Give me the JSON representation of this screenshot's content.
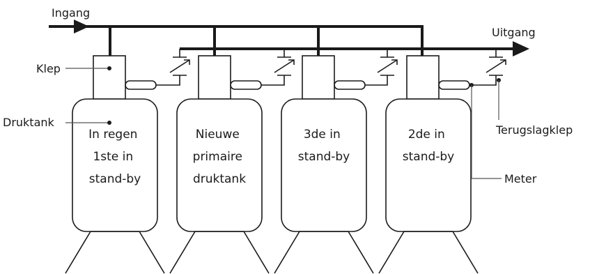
{
  "labels": {
    "inlet": "Ingang",
    "outlet": "Uitgang",
    "valve": "Klep",
    "pressure_tank": "Druktank",
    "check_valve": "Terugslagklep",
    "meter": "Meter"
  },
  "tanks": [
    {
      "lines": [
        "In regen",
        "1ste in",
        "stand-by"
      ]
    },
    {
      "lines": [
        "Nieuwe",
        "primaire",
        "druktank"
      ]
    },
    {
      "lines": [
        "3de in",
        "stand-by"
      ]
    },
    {
      "lines": [
        "2de in",
        "stand-by"
      ]
    }
  ]
}
